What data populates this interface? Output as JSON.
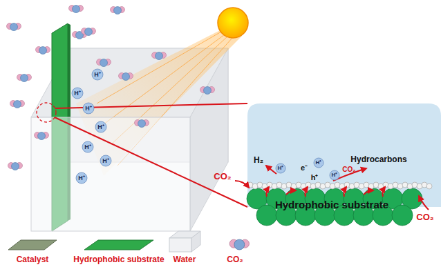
{
  "diagram": {
    "labels": [
      "H⁺",
      "H⁺",
      "H⁺",
      "H⁺",
      "H⁺",
      "H⁺",
      "H⁺",
      "H₂",
      "H⁺",
      "e⁻",
      "H⁺",
      "h⁺",
      "H⁺",
      "CO₂",
      "Hydrocarbons",
      "CO₂",
      "Hydrophobic substrate",
      "CO₂"
    ],
    "legend": [
      {
        "text": "Catalyst"
      },
      {
        "text": "Hydrophobic substrate"
      },
      {
        "text": "Water"
      },
      {
        "text": "CO₂"
      }
    ]
  }
}
